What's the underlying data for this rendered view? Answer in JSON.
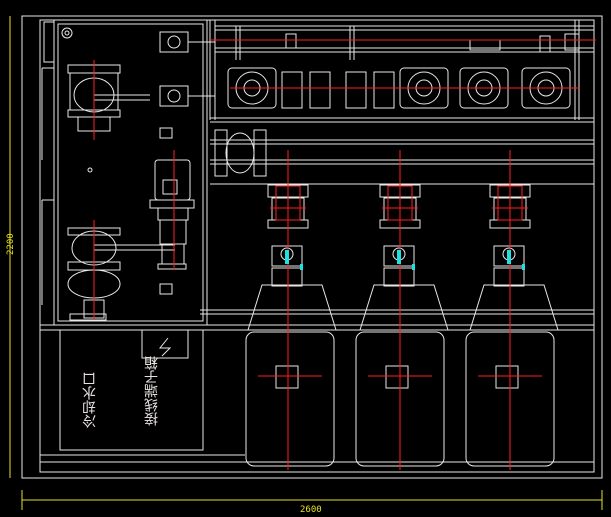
{
  "drawing": {
    "dim_width_label": "2600",
    "dim_height_label": "2200",
    "label_cooling_outlet": "冷却水口",
    "label_terminal_box": "接线端子箱"
  },
  "colors": {
    "background": "#000000",
    "outline": "#e8e8e8",
    "centerline": "#ff2020",
    "dimension": "#e8e020",
    "accent": "#20e0e0"
  },
  "icons": {
    "warning": "high-voltage-sign-icon"
  }
}
